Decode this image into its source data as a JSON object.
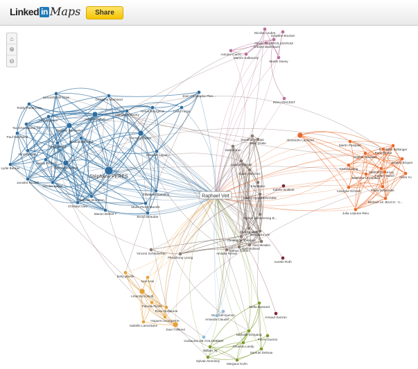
{
  "header": {
    "logo_text": "Linked",
    "logo_in": "in",
    "app_name": "Maps",
    "share_label": "Share"
  },
  "controls": {
    "home": "home-icon",
    "zoom_in": "zoom-in-icon",
    "zoom_out": "zoom-out-icon"
  },
  "colors": {
    "blue": "#2f6d9e",
    "pink": "#b8709a",
    "orange": "#e8692a",
    "amber": "#e8a03a",
    "green": "#7c9c2c",
    "gray": "#8a7b72",
    "maroon": "#7b2838",
    "lightblue": "#8dbbd9"
  },
  "center": {
    "name": "Raphael Veit"
  },
  "nodes": [
    {
      "name": "samantha de Grasi",
      "c": "blue"
    },
    {
      "name": "Teddy Patterneau",
      "c": "blue"
    },
    {
      "name": "Ghislaine Normand",
      "c": "blue"
    },
    {
      "name": "Hervé Lenoir",
      "c": "blue"
    },
    {
      "name": "Hamza Daffah",
      "c": "blue"
    },
    {
      "name": "Samuel Stanecky",
      "c": "blue"
    },
    {
      "name": "Hervé Bourgeois",
      "c": "blue"
    },
    {
      "name": "Carlo Fargo",
      "c": "blue"
    },
    {
      "name": "Jean-Christophe Plan...",
      "c": "blue"
    },
    {
      "name": "Tao Chantakosit Tal",
      "c": "blue"
    },
    {
      "name": "Baptiste Bessonier",
      "c": "blue"
    },
    {
      "name": "Paul Marchand",
      "c": "blue"
    },
    {
      "name": "Bernard Rieder",
      "c": "blue"
    },
    {
      "name": "Nicolas Bertrand",
      "c": "blue"
    },
    {
      "name": "Daniel Bord",
      "c": "blue"
    },
    {
      "name": "Yannis Kakou",
      "c": "blue"
    },
    {
      "name": "Clément Lamia",
      "c": "blue"
    },
    {
      "name": "Hanna Probst",
      "c": "blue"
    },
    {
      "name": "Fatima Bouachat",
      "c": "blue"
    },
    {
      "name": "Lydie Bureau",
      "c": "blue"
    },
    {
      "name": "Stéphane PERES",
      "c": "blue"
    },
    {
      "name": "Jennifer Ricault",
      "c": "blue"
    },
    {
      "name": "Nicolas Meyer",
      "c": "blue"
    },
    {
      "name": "Mathilde Bruneton",
      "c": "blue"
    },
    {
      "name": "Christian Lion",
      "c": "blue"
    },
    {
      "name": "Elisabeth Ramelon",
      "c": "blue"
    },
    {
      "name": "Marie Pierre Marolle",
      "c": "blue"
    },
    {
      "name": "Marion Bethet T",
      "c": "blue"
    },
    {
      "name": "Bruno Beaudar",
      "c": "blue"
    },
    {
      "name": "Nicolas Loubet",
      "c": "pink"
    },
    {
      "name": "Sylviane Bourian",
      "c": "pink"
    },
    {
      "name": "Alexis ROBERVILLEKRUIZ",
      "c": "pink"
    },
    {
      "name": "Antoine Blanchard",
      "c": "pink"
    },
    {
      "name": "Antoine Caers",
      "c": "pink"
    },
    {
      "name": "Manon Salbourdy",
      "c": "pink"
    },
    {
      "name": "Martin Davey",
      "c": "pink"
    },
    {
      "name": "Rémi VINCENT",
      "c": "pink"
    },
    {
      "name": "Alexandre Lachetet",
      "c": "orange"
    },
    {
      "name": "Martin Pasquier",
      "c": "orange"
    },
    {
      "name": "Géraldine Bellanger",
      "c": "orange"
    },
    {
      "name": "Paris Pinaut",
      "c": "orange"
    },
    {
      "name": "Sophie Lavoisier",
      "c": "orange"
    },
    {
      "name": "Beatrix Briquet",
      "c": "orange"
    },
    {
      "name": "Camille Jung",
      "c": "orange"
    },
    {
      "name": "Samuel Duvernay",
      "c": "orange"
    },
    {
      "name": "Fabien Murier",
      "c": "orange"
    },
    {
      "name": "Ninfa Yu",
      "c": "orange"
    },
    {
      "name": "Matthieu Larondeau",
      "c": "orange"
    },
    {
      "name": "rodolphe Schnell",
      "c": "orange"
    },
    {
      "name": "Marie Delamotte",
      "c": "orange"
    },
    {
      "name": "Michael LE JEUCH - C...",
      "c": "orange"
    },
    {
      "name": "Julia Lejeune-Rieu",
      "c": "orange"
    },
    {
      "name": "Sandrine Faujas",
      "c": "gray"
    },
    {
      "name": "Marc Drake",
      "c": "gray"
    },
    {
      "name": "Valérie Sun",
      "c": "gray"
    },
    {
      "name": "Joanne Dornier",
      "c": "gray"
    },
    {
      "name": "Sarah Sanchez",
      "c": "gray"
    },
    {
      "name": "Elie Mater",
      "c": "gray"
    },
    {
      "name": "Maël LAVANDERANDE",
      "c": "gray"
    },
    {
      "name": "Sophie vandemmeg B...",
      "c": "gray"
    },
    {
      "name": "Sabine Bottlieb",
      "c": "maroon"
    },
    {
      "name": "Andrew Maly",
      "c": "gray"
    },
    {
      "name": "Alexandra Uhr",
      "c": "gray"
    },
    {
      "name": "Christophe Thiebaut",
      "c": "gray"
    },
    {
      "name": "Alan Mewkin",
      "c": "gray"
    },
    {
      "name": "Cécile Bolland",
      "c": "gray"
    },
    {
      "name": "Nathan Cohen",
      "c": "gray"
    },
    {
      "name": "Amadie Rimas",
      "c": "gray"
    },
    {
      "name": "Aurelie Roth",
      "c": "maroon"
    },
    {
      "name": "Vincent Scheidecker",
      "c": "gray"
    },
    {
      "name": "Phouthong Luong",
      "c": "gray"
    },
    {
      "name": "betty janelle",
      "c": "amber"
    },
    {
      "name": "Nail Aras",
      "c": "amber"
    },
    {
      "name": "Amanda Konetti",
      "c": "amber"
    },
    {
      "name": "Pamela Fleiss",
      "c": "amber"
    },
    {
      "name": "Rosa Guillaume",
      "c": "amber"
    },
    {
      "name": "Hugues Leconpierre",
      "c": "amber"
    },
    {
      "name": "Isabelle Lamontane",
      "c": "amber"
    },
    {
      "name": "Jean Fahimet",
      "c": "amber"
    },
    {
      "name": "Mathilde Garnon",
      "c": "lightblue"
    },
    {
      "name": "Amanda Claudel",
      "c": "lightblue"
    },
    {
      "name": "Guillaume DE COLOMBIER",
      "c": "lightblue"
    },
    {
      "name": "Stella Bosnard",
      "c": "green"
    },
    {
      "name": "Arnaud Sanzon",
      "c": "maroon"
    },
    {
      "name": "Nathalie Dongang",
      "c": "green"
    },
    {
      "name": "Pierre Gueron",
      "c": "green"
    },
    {
      "name": "Amanda Landy",
      "c": "green"
    },
    {
      "name": "Samuel Delmas",
      "c": "green"
    },
    {
      "name": "William Ty",
      "c": "green"
    },
    {
      "name": "Sylvain Dominey",
      "c": "green"
    },
    {
      "name": "Margaux Kuhn",
      "c": "green"
    }
  ]
}
